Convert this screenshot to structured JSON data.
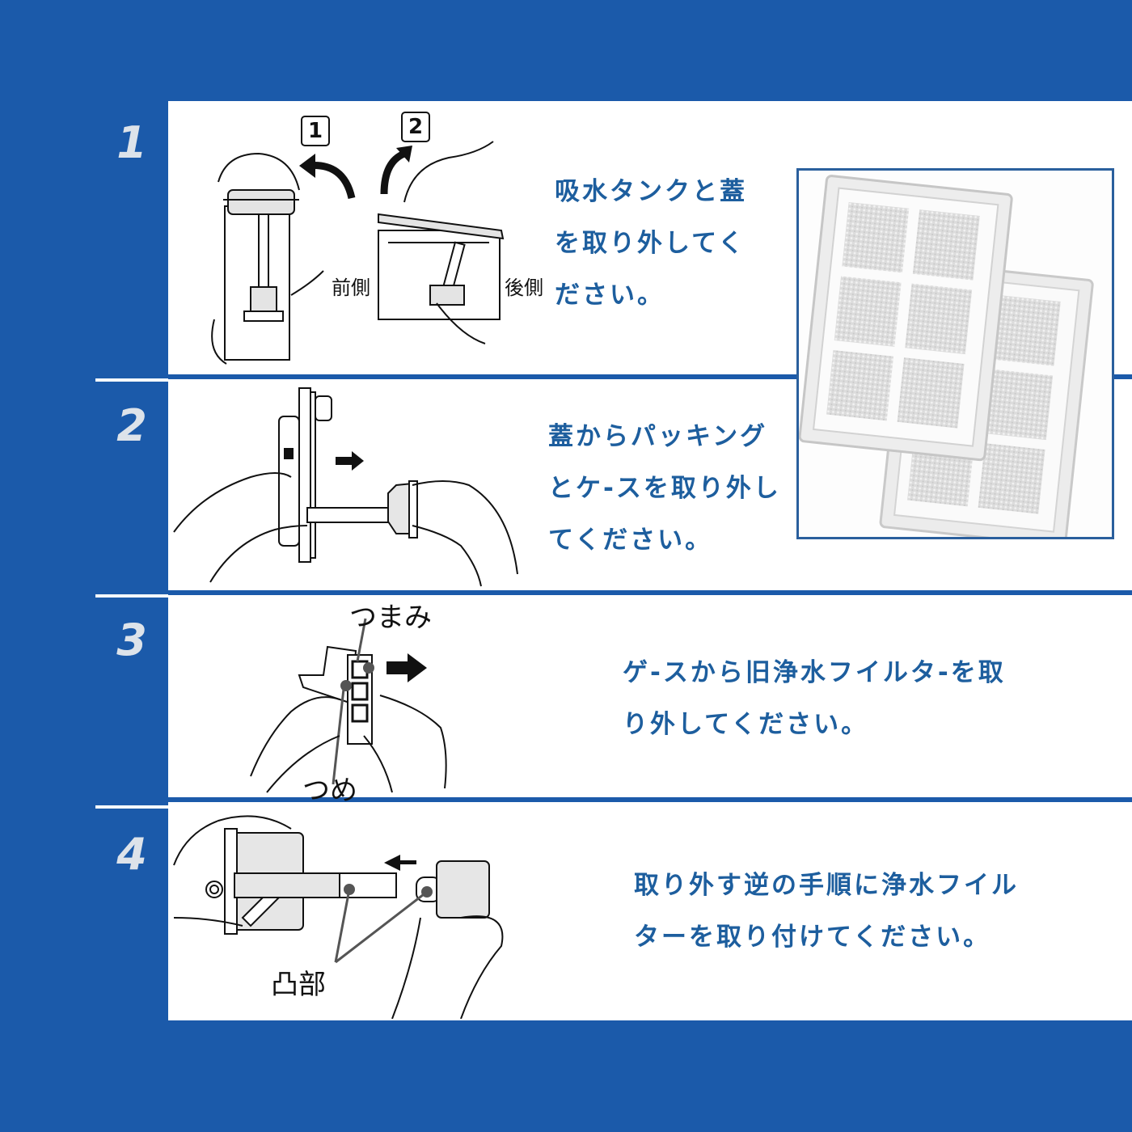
{
  "colors": {
    "background_blue": "#1b5aaa",
    "instruction_text": "#1d5e9e",
    "step_number": "#dde3ea",
    "panel": "#ffffff"
  },
  "steps": [
    {
      "number": "1",
      "instruction_lines": [
        "吸水タンクと蓋",
        "を取り外してく",
        "ださい。"
      ],
      "illustration_labels": {
        "sub_step_1": "1",
        "sub_step_2": "2",
        "front_side": "前側",
        "back_side": "後側"
      }
    },
    {
      "number": "2",
      "instruction_lines": [
        "蓋からパッキング",
        "とケ-スを取り外し",
        "てください。"
      ]
    },
    {
      "number": "3",
      "instruction_lines": [
        "ゲ-スから旧浄水フイルタ-を取",
        "り外してください。"
      ],
      "illustration_labels": {
        "knob": "つまみ",
        "claw": "つめ"
      }
    },
    {
      "number": "4",
      "instruction_lines": [
        "取り外す逆の手順に浄水フイル",
        "ターを取り付けてください。"
      ],
      "illustration_labels": {
        "protrusion": "凸部"
      }
    }
  ],
  "product_photo": {
    "subject": "filter-cartridges",
    "panes_per_filter": 6
  }
}
